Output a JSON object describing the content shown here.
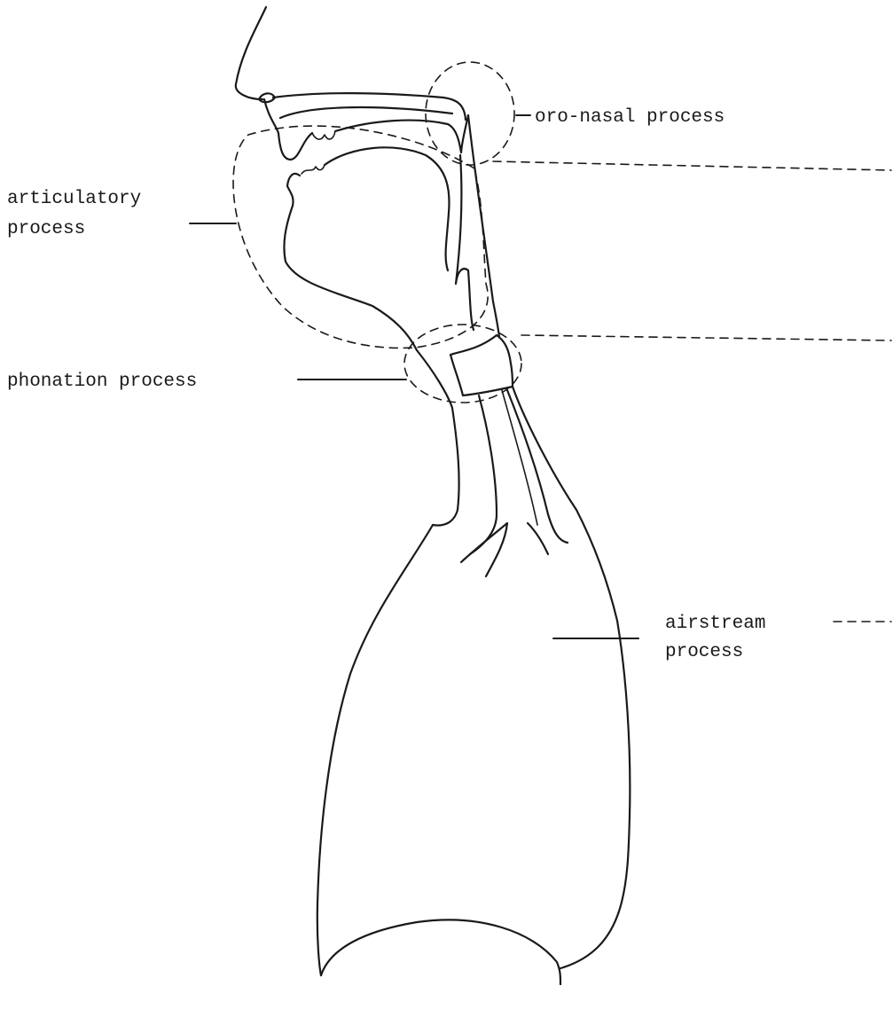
{
  "labels": {
    "oro_nasal": "oro-nasal process",
    "articulatory_line1": "articulatory",
    "articulatory_line2": "process",
    "phonation": "phonation process",
    "airstream_line1": "airstream",
    "airstream_line2": "process"
  }
}
